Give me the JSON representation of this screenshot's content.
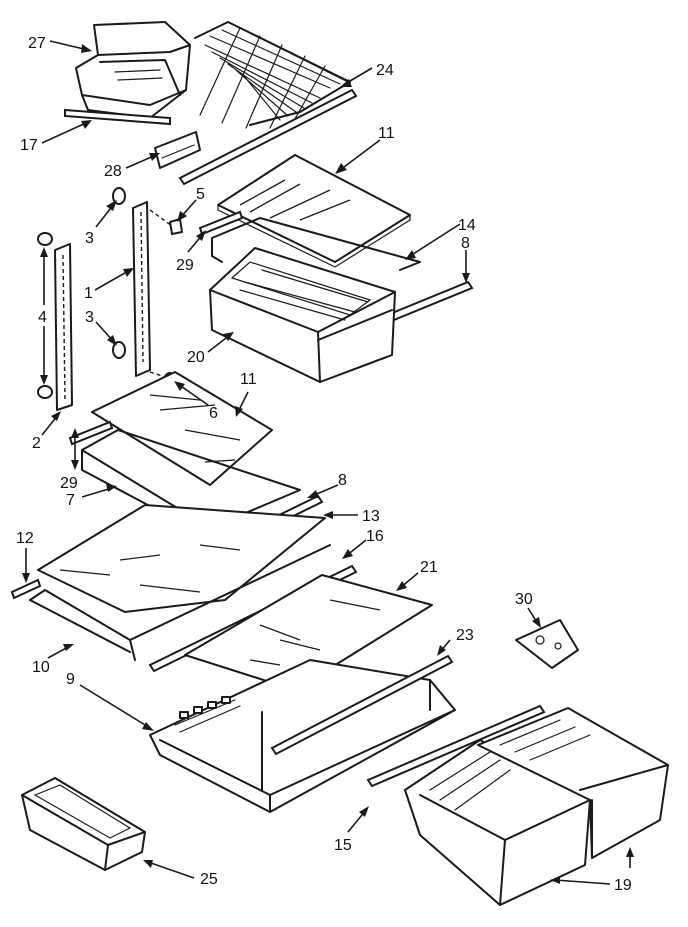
{
  "callouts": {
    "c1": "1",
    "c2": "2",
    "c3a": "3",
    "c3b": "3",
    "c4": "4",
    "c5": "5",
    "c6": "6",
    "c7": "7",
    "c8a": "8",
    "c8b": "8",
    "c9": "9",
    "c10": "10",
    "c11a": "11",
    "c11b": "11",
    "c12": "12",
    "c13": "13",
    "c14": "14",
    "c15": "15",
    "c16": "16",
    "c17": "17",
    "c19": "19",
    "c20": "20",
    "c21": "21",
    "c23": "23",
    "c24": "24",
    "c25": "25",
    "c27": "27",
    "c28": "28",
    "c29a": "29",
    "c29b": "29",
    "c30": "30"
  }
}
